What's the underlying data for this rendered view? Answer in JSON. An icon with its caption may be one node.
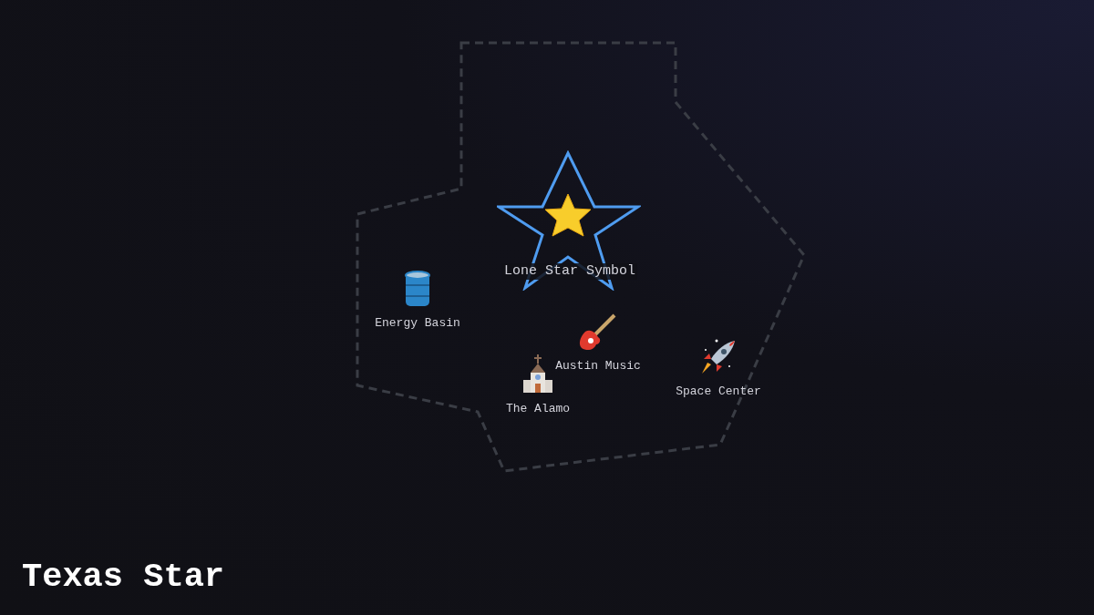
{
  "diagram": {
    "title": "Texas Star",
    "nodes": [
      {
        "text": [
          "Lone Star Symbol"
        ]
      }
    ],
    "labels": [
      "Energy Basin",
      "Austin Music",
      "The Alamo",
      "Space Center"
    ]
  }
}
